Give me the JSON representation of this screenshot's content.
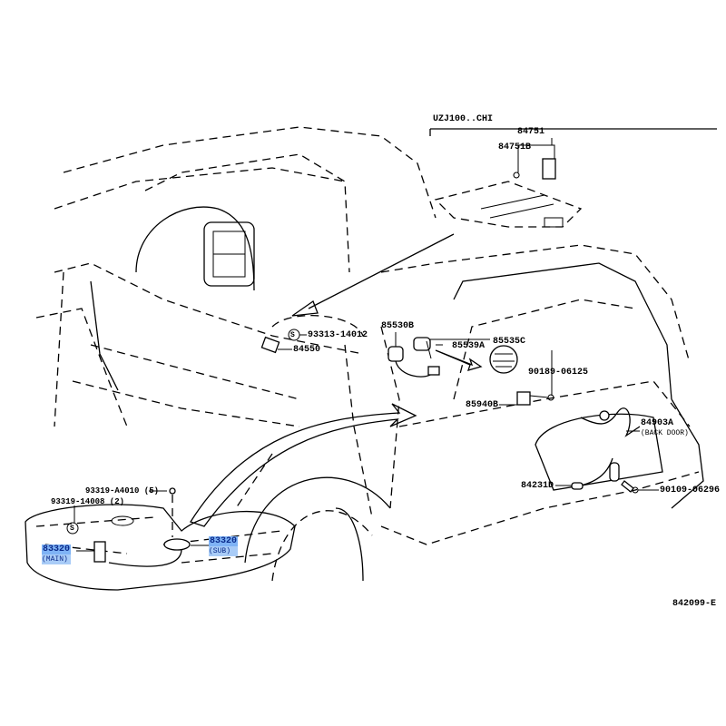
{
  "diagram": {
    "catalog_code": "842099-E",
    "variant_note": "UZJ100..CHI",
    "highlight_color": "#7fb3f5",
    "callouts": [
      {
        "part": "84751"
      },
      {
        "part": "84751B"
      },
      {
        "part": "93313-14012"
      },
      {
        "part": "84550"
      },
      {
        "part": "85530B"
      },
      {
        "part": "85539A"
      },
      {
        "part": "85535C"
      },
      {
        "part": "90189-06125"
      },
      {
        "part": "85940B"
      },
      {
        "part": "84903A",
        "note": "(BACK DOOR)"
      },
      {
        "part": "84231D"
      },
      {
        "part": "90109-06296"
      },
      {
        "part": "93319-A4010 (5)"
      },
      {
        "part": "93319-14008 (2)"
      },
      {
        "part": "83320",
        "note": "(MAIN)",
        "highlighted": true
      },
      {
        "part": "83320",
        "note": "(SUB)",
        "highlighted": true
      }
    ],
    "symbol_s": "S"
  }
}
